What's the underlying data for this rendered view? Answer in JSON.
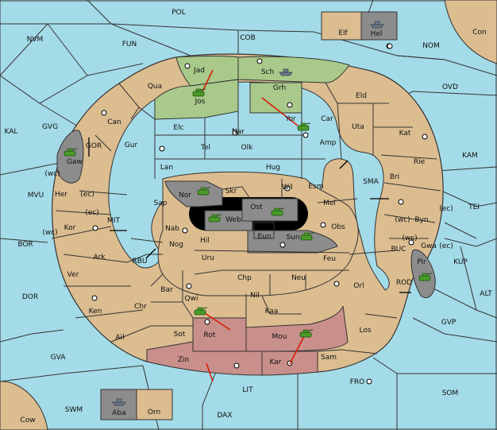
{
  "sea_regions": {
    "POL": "POL",
    "NVM": "NVM",
    "FUN": "FUN",
    "COB": "COB",
    "NOM": "NOM",
    "OVD": "OVD",
    "KAL": "KAL",
    "GVG": "GVG",
    "MVU": "MVU",
    "BOR": "BOR",
    "DOR": "DOR",
    "GVA": "GVA",
    "SWM": "SWM",
    "DAX": "DAX",
    "LIT": "LIT",
    "FRO": "FRO",
    "SOM": "SOM",
    "GVP": "GVP",
    "ALT": "ALT",
    "KUP": "KUP",
    "TEI": "TEI",
    "KAM": "KAM",
    "SMA": "SMA",
    "MIT": "MIT",
    "RBU": "RBU",
    "GOR": "GOR",
    "BUC": "BUC",
    "ROD": "ROD"
  },
  "land_regions": {
    "Jad": "Jad",
    "Sch": "Sch",
    "Qua": "Qua",
    "Jos": "Jos",
    "Grh": "Grh",
    "Eld": "Eld",
    "Can": "Can",
    "Elc": "Elc",
    "Nar": "Nar",
    "Yor": "Yor",
    "Car": "Car",
    "Uta": "Uta",
    "Kat": "Kat",
    "Amp": "Amp",
    "Tel": "Tel",
    "Olk": "Olk",
    "Gur": "Gur",
    "Lan": "Lan",
    "Hug": "Hug",
    "Gaw": "Gaw",
    "Rie": "Rie",
    "Bri": "Bri",
    "Wil": "Wil",
    "Esm": "Esm",
    "Nor": "Nor",
    "Skr": "Skr",
    "Ost": "Ost",
    "Her": "Her",
    "Sap": "Sap",
    "Web": "Web",
    "Mel": "Mel",
    "Byn": "Byn",
    "Kor": "Kor",
    "Nab": "Nab",
    "Obs": "Obs",
    "Eun": "Eun",
    "Sun": "Sun",
    "Hil": "Hil",
    "Gwa": "Gwa",
    "Nog": "Nog",
    "Ark": "Ark",
    "Uru": "Uru",
    "Feu": "Feu",
    "Pir": "Pir",
    "Ver": "Ver",
    "Chp": "Chp",
    "Neu": "Neu",
    "Orl": "Orl",
    "Bar": "Bar",
    "Nil": "Nil",
    "Qwi": "Qwi",
    "Ken": "Ken",
    "Chr": "Chr",
    "Kaa": "Kaa",
    "Los": "Los",
    "Ail": "Ail",
    "Rot": "Rot",
    "Sot": "Sot",
    "Mou": "Mou",
    "Zin": "Zin",
    "Kar": "Kar",
    "Sam": "Sam",
    "Elf": "Elf",
    "Hel": "Hel",
    "Aba": "Aba",
    "Orn": "Orn",
    "Con": "Con",
    "Cow": "Cow"
  },
  "coast_labels": {
    "wc": "(wc)",
    "ec": "(ec)"
  },
  "colors": {
    "sea": "#a4dbe8",
    "land": "#dcbd90",
    "green": "#a8c98a",
    "red": "#c98f8a",
    "impassable": "#8c8c8c",
    "black": "#000000",
    "arrow": "#d81e05",
    "border": "#333333"
  },
  "units": [
    {
      "type": "army",
      "region": "Jos",
      "color": "green-army"
    },
    {
      "type": "army",
      "region": "Gaw",
      "color": "green-army"
    },
    {
      "type": "army",
      "region": "Nor",
      "color": "green-army"
    },
    {
      "type": "army",
      "region": "Web",
      "color": "green-army"
    },
    {
      "type": "army",
      "region": "Ost",
      "color": "green-army"
    },
    {
      "type": "army",
      "region": "Sun",
      "color": "green-army"
    },
    {
      "type": "army",
      "region": "Pir",
      "color": "green-army"
    },
    {
      "type": "army",
      "region": "Yor",
      "color": "green-army"
    },
    {
      "type": "army",
      "region": "Qwi",
      "color": "green-army"
    },
    {
      "type": "army",
      "region": "Mou",
      "color": "green-army"
    },
    {
      "type": "fleet",
      "region": "Sch",
      "color": "grey-fleet"
    },
    {
      "type": "fleet",
      "region": "Hel",
      "color": "grey-fleet"
    },
    {
      "type": "fleet",
      "region": "Aba",
      "color": "grey-fleet"
    }
  ]
}
